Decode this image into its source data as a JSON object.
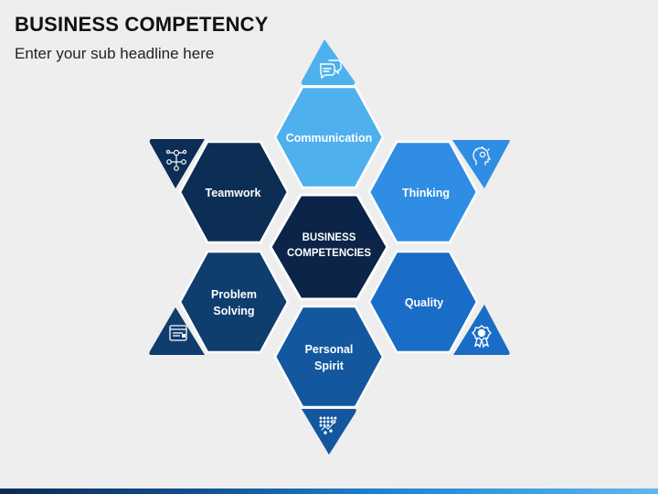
{
  "header": {
    "title": "BUSINESS COMPETENCY",
    "subtitle": "Enter your sub headline here"
  },
  "diagram": {
    "center": {
      "line1": "BUSINESS",
      "line2": "COMPETENCIES",
      "color": "#0b2447"
    },
    "segments": [
      {
        "id": "communication",
        "lines": [
          "Communication"
        ],
        "color": "#4fb0ee",
        "icon": "chat-bubbles-icon"
      },
      {
        "id": "thinking",
        "lines": [
          "Thinking"
        ],
        "color": "#2f8de4",
        "icon": "head-lightbulb-icon"
      },
      {
        "id": "quality",
        "lines": [
          "Quality"
        ],
        "color": "#1a6dc6",
        "icon": "award-badge-icon"
      },
      {
        "id": "personal-spirit",
        "lines": [
          "Personal",
          "Spirit"
        ],
        "color": "#13589f",
        "icon": "growth-chart-icon"
      },
      {
        "id": "problem-solving",
        "lines": [
          "Problem",
          "Solving"
        ],
        "color": "#0f3d6e",
        "icon": "browser-window-icon"
      },
      {
        "id": "teamwork",
        "lines": [
          "Teamwork"
        ],
        "color": "#0c2e55",
        "icon": "team-network-icon"
      }
    ]
  }
}
